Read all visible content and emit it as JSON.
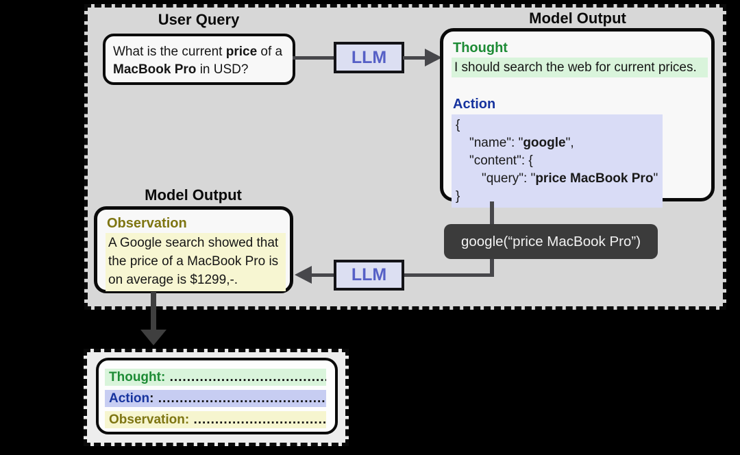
{
  "titles": {
    "user_query": "User Query",
    "model_output_top": "Model Output",
    "model_output_bottom": "Model Output"
  },
  "user_query": {
    "l1a": "What is the current ",
    "l1b": "price",
    "l1c": " of a",
    "l2a": "MacBook Pro",
    "l2b": " in USD?"
  },
  "llm": {
    "top": "LLM",
    "bottom": "LLM"
  },
  "model_output_top": {
    "thought_label": "Thought",
    "thought_text": "I should search the web for current prices.",
    "action_label": "Action",
    "json": {
      "l1": "{",
      "l2a": "\"name\": \"",
      "l2b": "google",
      "l2c": "\",",
      "l3": "\"content\": {",
      "l4a": "\"query\": \"",
      "l4b": "price MacBook Pro",
      "l4c": "\"",
      "l5": "}"
    }
  },
  "tool_call": {
    "text": "google(“price MacBook Pro”)"
  },
  "model_output_bottom": {
    "observation_label": "Observation",
    "line1": "A Google search showed that",
    "line2": "the price of a MacBook Pro is",
    "line3": "on average is $1299,-."
  },
  "summary": {
    "thought_label": "Thought:",
    "thought_dots": " ..................................................",
    "action_label": "Action",
    "action_colon": ":",
    "action_dots": " ..................................................",
    "observation_label": "Observation:",
    "observation_dots": " .................................................."
  },
  "colors": {
    "thought_green": "#1d8b35",
    "thought_highlight": "#d9f4db",
    "action_blue": "#16339e",
    "action_json_highlight": "#d9dcf6",
    "action_row_highlight": "#c7cdf2",
    "observation_olive": "#7e7512",
    "observation_highlight": "#f7f6d2",
    "llm_text_blue": "#5660c6",
    "llm_fill": "#dcdff2",
    "tool_box_fill": "#3b3b3b",
    "panel_gray": "#d7d7d7",
    "connector_gray": "#47474b"
  }
}
